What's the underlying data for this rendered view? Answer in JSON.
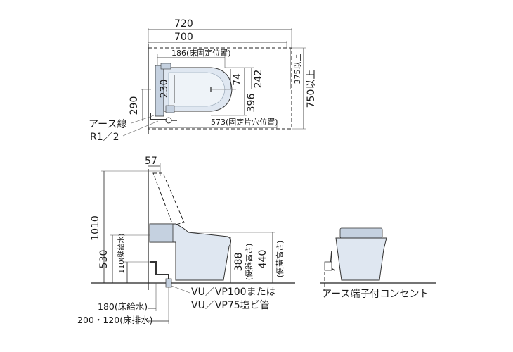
{
  "colors": {
    "fixture_fill": "#dfe7f1",
    "fixture_shade": "#c5d1e0",
    "line": "#222222"
  },
  "top_view": {
    "dims": {
      "d720": "720",
      "d700": "700",
      "d186": "186(床固定位置)",
      "d230": "230",
      "d74": "74",
      "d242": "242",
      "d396": "396",
      "d375": "375以上",
      "d750": "750以上",
      "d290": "290",
      "d573": "573(固定片穴位置)"
    },
    "labels": {
      "earth_wire": "アース線",
      "r12": "R1／2"
    }
  },
  "side_view": {
    "dims": {
      "d57": "57",
      "d1010": "1010",
      "d530": "530",
      "d110": "110(壁給水)",
      "d388": "388",
      "d388_note": "(便器高さ)",
      "d440": "440",
      "d440_note": "(便蓋高さ)",
      "d180": "180(床給水)",
      "d200": "200・120(床排水)"
    },
    "labels": {
      "pipe1": "VU／VP100または",
      "pipe2": "VU／VP75塩ビ管"
    }
  },
  "front_view": {
    "labels": {
      "outlet": "アース端子付コンセント"
    }
  }
}
